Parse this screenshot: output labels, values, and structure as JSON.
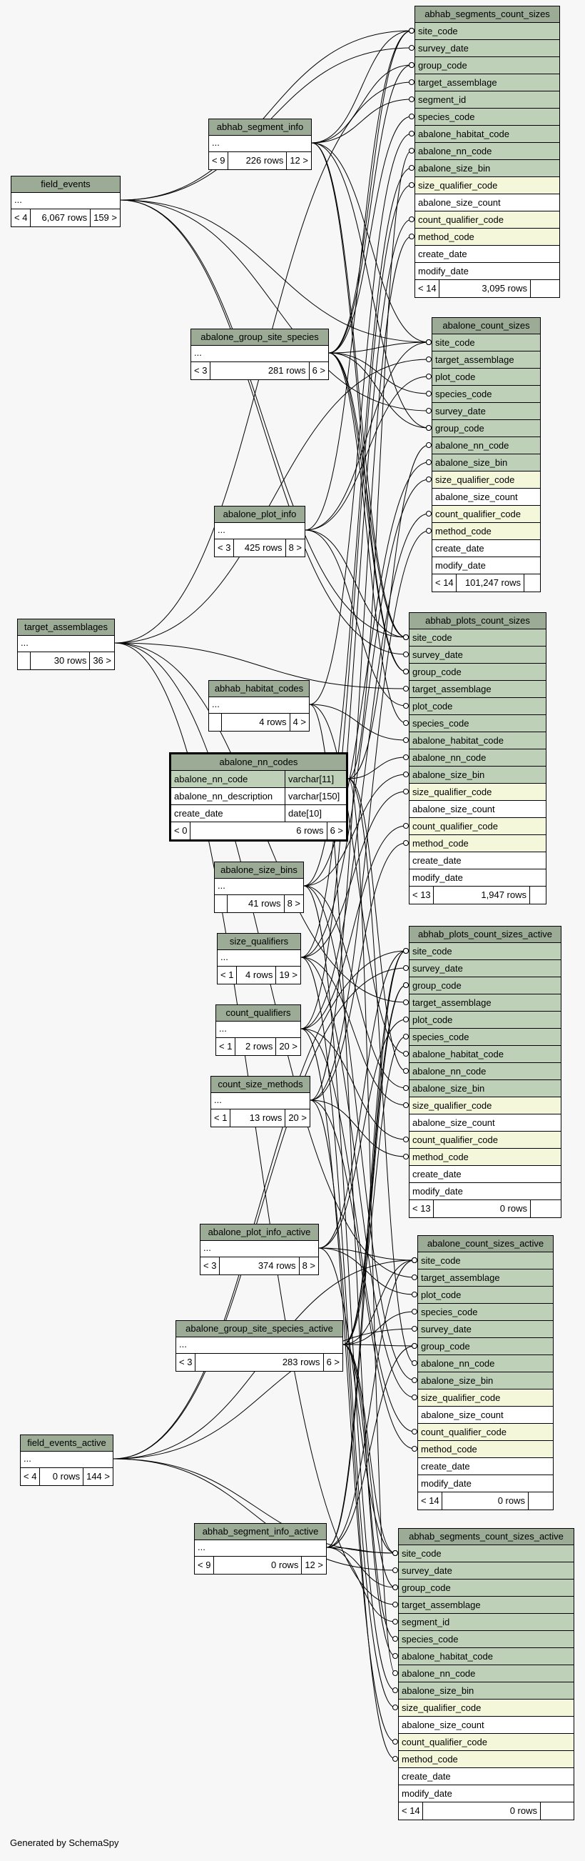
{
  "summary_tables": [
    {
      "name": "field_events",
      "rows": "6,067 rows",
      "children": "159 >",
      "parents": "< 4"
    },
    {
      "name": "abhab_segment_info",
      "rows": "226 rows",
      "children": "12 >",
      "parents": "< 9"
    },
    {
      "name": "abalone_group_site_species",
      "rows": "281 rows",
      "children": "6 >",
      "parents": "< 3"
    },
    {
      "name": "abalone_plot_info",
      "rows": "425 rows",
      "children": "8 >",
      "parents": "< 3"
    },
    {
      "name": "target_assemblages",
      "rows": "30 rows",
      "children": "36 >",
      "parents": ""
    },
    {
      "name": "abhab_habitat_codes",
      "rows": "4 rows",
      "children": "4 >",
      "parents": ""
    },
    {
      "name": "abalone_size_bins",
      "rows": "41 rows",
      "children": "8 >",
      "parents": ""
    },
    {
      "name": "size_qualifiers",
      "rows": "4 rows",
      "children": "19 >",
      "parents": "< 1"
    },
    {
      "name": "count_qualifiers",
      "rows": "2 rows",
      "children": "20 >",
      "parents": "< 1"
    },
    {
      "name": "count_size_methods",
      "rows": "13 rows",
      "children": "20 >",
      "parents": "< 1"
    },
    {
      "name": "abalone_plot_info_active",
      "rows": "374 rows",
      "children": "8 >",
      "parents": "< 3"
    },
    {
      "name": "abalone_group_site_species_active",
      "rows": "283 rows",
      "children": "6 >",
      "parents": "< 3"
    },
    {
      "name": "field_events_active",
      "rows": "0 rows",
      "children": "144 >",
      "parents": "< 4"
    },
    {
      "name": "abhab_segment_info_active",
      "rows": "0 rows",
      "children": "12 >",
      "parents": "< 9"
    }
  ],
  "focus_table": {
    "name": "abalone_nn_codes",
    "columns": [
      {
        "name": "abalone_nn_code",
        "type": "varchar[11]"
      },
      {
        "name": "abalone_nn_description",
        "type": "varchar[150]"
      },
      {
        "name": "create_date",
        "type": "date[10]"
      }
    ],
    "rows": "6 rows",
    "children": "6 >",
    "parents": "< 0"
  },
  "detail_tables": [
    {
      "name": "abhab_segments_count_sizes",
      "rows": "3,095 rows",
      "parents": "< 14",
      "columns": [
        "site_code",
        "survey_date",
        "group_code",
        "target_assemblage",
        "segment_id",
        "species_code",
        "abalone_habitat_code",
        "abalone_nn_code",
        "abalone_size_bin",
        "size_qualifier_code",
        "abalone_size_count",
        "count_qualifier_code",
        "method_code",
        "create_date",
        "modify_date"
      ]
    },
    {
      "name": "abalone_count_sizes",
      "rows": "101,247 rows",
      "parents": "< 14",
      "columns": [
        "site_code",
        "target_assemblage",
        "plot_code",
        "species_code",
        "survey_date",
        "group_code",
        "abalone_nn_code",
        "abalone_size_bin",
        "size_qualifier_code",
        "abalone_size_count",
        "count_qualifier_code",
        "method_code",
        "create_date",
        "modify_date"
      ]
    },
    {
      "name": "abhab_plots_count_sizes",
      "rows": "1,947 rows",
      "parents": "< 13",
      "columns": [
        "site_code",
        "survey_date",
        "group_code",
        "target_assemblage",
        "plot_code",
        "species_code",
        "abalone_habitat_code",
        "abalone_nn_code",
        "abalone_size_bin",
        "size_qualifier_code",
        "abalone_size_count",
        "count_qualifier_code",
        "method_code",
        "create_date",
        "modify_date"
      ]
    },
    {
      "name": "abhab_plots_count_sizes_active",
      "rows": "0 rows",
      "parents": "< 13",
      "columns": [
        "site_code",
        "survey_date",
        "group_code",
        "target_assemblage",
        "plot_code",
        "species_code",
        "abalone_habitat_code",
        "abalone_nn_code",
        "abalone_size_bin",
        "size_qualifier_code",
        "abalone_size_count",
        "count_qualifier_code",
        "method_code",
        "create_date",
        "modify_date"
      ]
    },
    {
      "name": "abalone_count_sizes_active",
      "rows": "0 rows",
      "parents": "< 14",
      "columns": [
        "site_code",
        "target_assemblage",
        "plot_code",
        "species_code",
        "survey_date",
        "group_code",
        "abalone_nn_code",
        "abalone_size_bin",
        "size_qualifier_code",
        "abalone_size_count",
        "count_qualifier_code",
        "method_code",
        "create_date",
        "modify_date"
      ]
    },
    {
      "name": "abhab_segments_count_sizes_active",
      "rows": "0 rows",
      "parents": "< 14",
      "columns": [
        "site_code",
        "survey_date",
        "group_code",
        "target_assemblage",
        "segment_id",
        "species_code",
        "abalone_habitat_code",
        "abalone_nn_code",
        "abalone_size_bin",
        "size_qualifier_code",
        "abalone_size_count",
        "count_qualifier_code",
        "method_code",
        "create_date",
        "modify_date"
      ]
    }
  ],
  "column_kinds": {
    "key": [
      "site_code",
      "survey_date",
      "group_code",
      "target_assemblage",
      "segment_id",
      "species_code",
      "abalone_habitat_code",
      "abalone_nn_code",
      "abalone_size_bin",
      "plot_code"
    ],
    "qualifier": [
      "size_qualifier_code",
      "count_qualifier_code",
      "method_code"
    ]
  },
  "placeholder": "...",
  "footer": "Generated by SchemaSpy",
  "colors": {
    "header": "#9bab96",
    "key_column": "#bed1b8",
    "qualifier_column": "#f4f7da",
    "background": "#f7f7f7"
  }
}
